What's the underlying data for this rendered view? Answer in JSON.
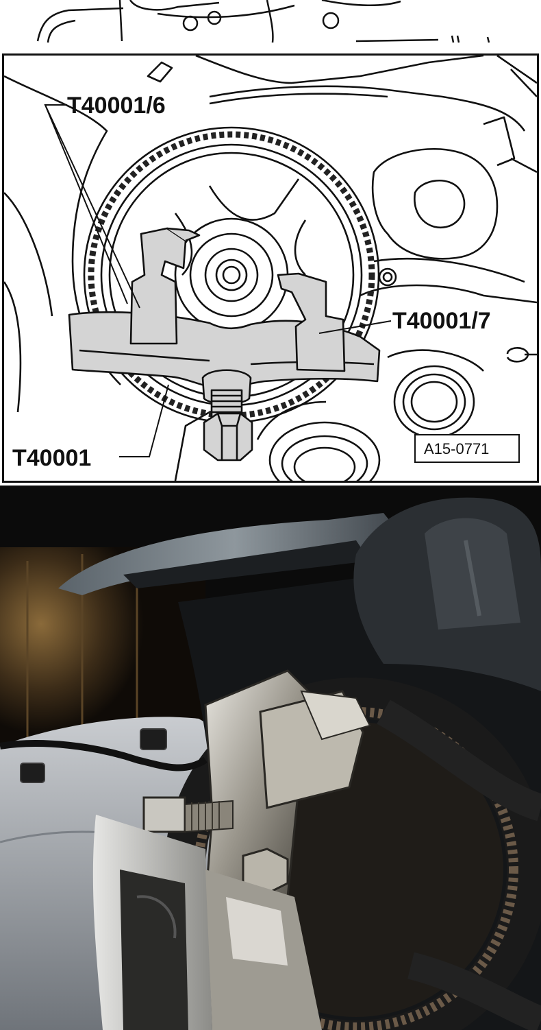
{
  "diagram": {
    "callouts": {
      "t6": "T40001/6",
      "t7": "T40001/7",
      "base": "T40001"
    },
    "figure_ref": "A15-0771"
  },
  "colors": {
    "line": "#111111",
    "tool_fill": "#d4d4d4",
    "photo_bg": "#0b0b0b"
  }
}
